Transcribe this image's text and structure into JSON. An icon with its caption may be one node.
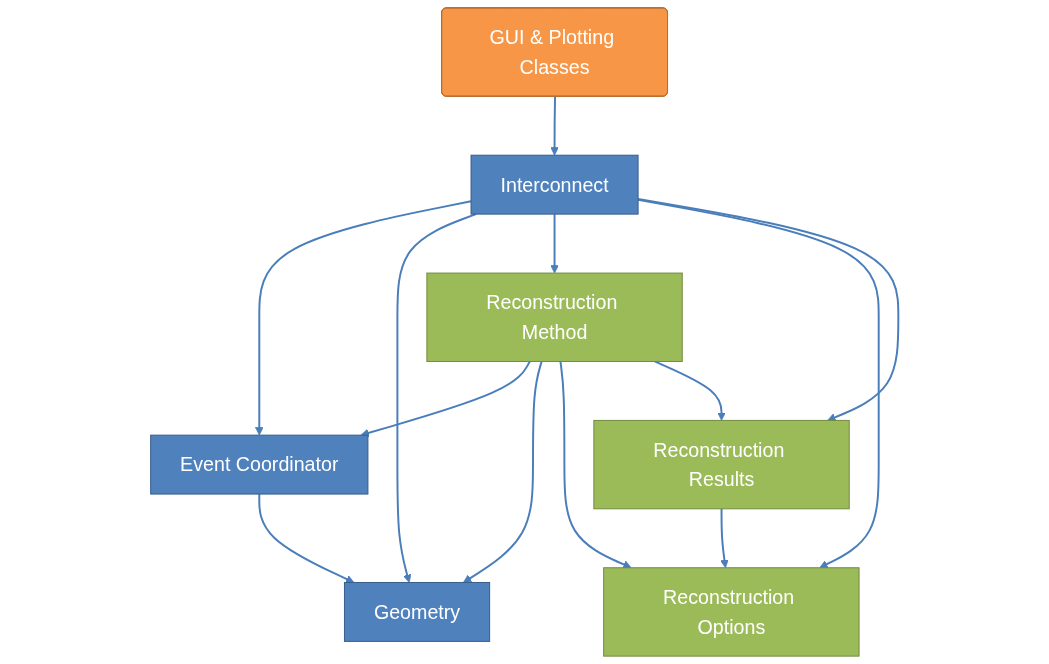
{
  "diagram": {
    "nodes": [
      {
        "text": [
          "GUI & Plotting Classes"
        ]
      },
      {
        "text": [
          "Interconnect"
        ]
      },
      {
        "text": [
          "Event Coordinator"
        ]
      },
      {
        "text": [
          "Reconstruction Method"
        ]
      },
      {
        "text": [
          "Reconstruction Results"
        ]
      },
      {
        "text": [
          "Geometry"
        ]
      },
      {
        "text": [
          "Reconstruction Options"
        ]
      }
    ],
    "edges": [
      {
        "from": 0,
        "to": 1,
        "arrow": "to"
      },
      {
        "from": 1,
        "to": 2,
        "arrow": "to"
      },
      {
        "from": 1,
        "to": 5,
        "arrow": "to"
      },
      {
        "from": 1,
        "to": 3,
        "arrow": "to"
      },
      {
        "from": 1,
        "to": 6,
        "arrow": "to"
      },
      {
        "from": 1,
        "to": 4,
        "arrow": "to"
      },
      {
        "from": 3,
        "to": 2,
        "arrow": "to"
      },
      {
        "from": 3,
        "to": 5,
        "arrow": "to"
      },
      {
        "from": 3,
        "to": 6,
        "arrow": "to"
      },
      {
        "from": 3,
        "to": 4,
        "arrow": "to"
      },
      {
        "from": 2,
        "to": 5,
        "arrow": "to"
      },
      {
        "from": 4,
        "to": 6,
        "arrow": "to"
      }
    ]
  }
}
